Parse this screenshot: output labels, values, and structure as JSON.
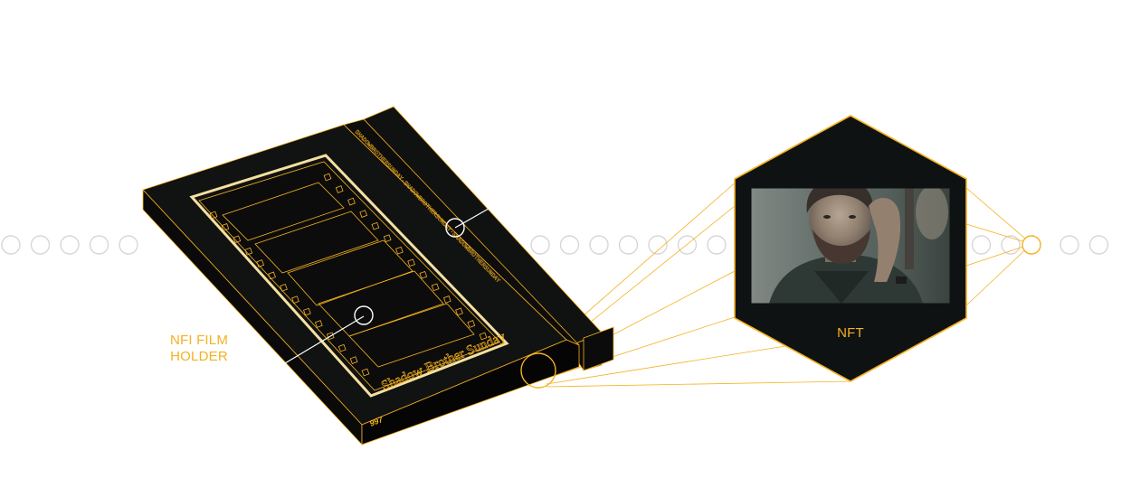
{
  "holder_label": {
    "line1": "NFI FILM",
    "line2": "HOLDER"
  },
  "holder_title": "Shadow Brother Sunday",
  "holder_code": "997",
  "holder_side_text": "SHADOWBROTHERSUNDAY·SHADOWBROTHERSUNDAY·SHADOWBROTHERSUNDAY",
  "nft_label": "NFT",
  "icons": [
    "hotspot-circle-icon",
    "timeline-dot-icon",
    "portrait-image"
  ],
  "colors": {
    "accent": "#f5b120",
    "dark": "#0f1212",
    "dot_outline": "#d7d7d7",
    "hotspot": "#ffffff"
  }
}
